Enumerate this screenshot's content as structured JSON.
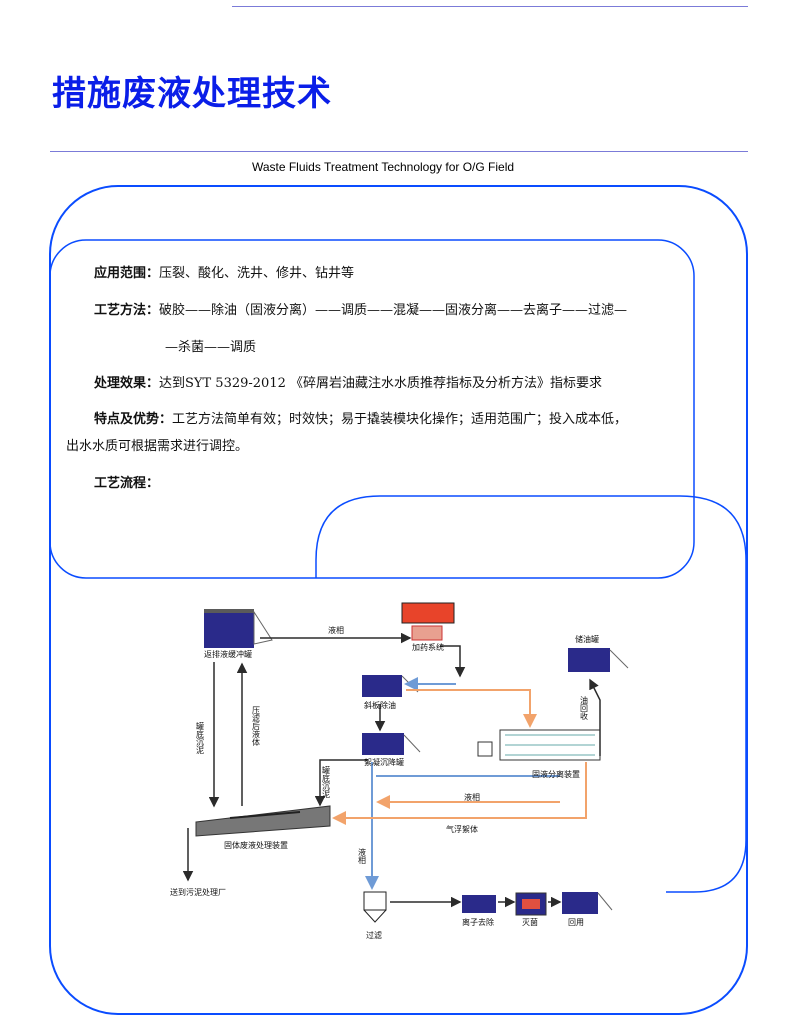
{
  "header": {
    "title": "措施废液处理技术",
    "subtitle": "Waste Fluids Treatment Technology for O/G Field"
  },
  "content": {
    "scope": {
      "label": "应用范围：",
      "text": "压裂、酸化、洗井、修井、钻井等"
    },
    "process": {
      "label": "工艺方法：",
      "line1": "破胶——除油（固液分离）——调质——混凝——固液分离——去离子——过滤—",
      "line2": "—杀菌——调质"
    },
    "effect": {
      "label": "处理效果：",
      "text": "达到SYT 5329-2012 《碎屑岩油藏注水水质推荐指标及分析方法》指标要求"
    },
    "features": {
      "label": "特点及优势：",
      "line1": "工艺方法简单有效；时效快；易于撬装模块化操作；适用范围广；投入成本低，",
      "line2": "出水水质可根据需求进行调控。"
    },
    "flow_label": "工艺流程："
  },
  "diagram": {
    "nodes": {
      "buffer_tank": "返排液缓冲罐",
      "dosing": "加药系统",
      "oil_tank": "储油罐",
      "inclined_plate": "斜板除油",
      "flocculation": "絮凝沉降罐",
      "solid_liquid": "固液分离装置",
      "solid_waste": "固体废液处理装置",
      "filter": "过滤",
      "ion_removal": "离子去除",
      "sterilize": "灭菌",
      "reuse": "回用",
      "sludge_plant": "送到污泥处理厂"
    },
    "arrows": {
      "top_liquid": "液相",
      "tank_sediment": "罐底沉泥",
      "press_liquid": "压滤后液体",
      "floc_sediment": "罐底沉泥",
      "return_liquid": "液相",
      "float": "气浮絮体",
      "down_liquid": "液相",
      "oil_recovery": "油回收"
    },
    "colors": {
      "liquid": "#2b2b2b",
      "blue_flow": "#6f9bd6",
      "orange_flow": "#f2a36b",
      "tank": "#2a2a8a",
      "frame": "#0a4cff"
    }
  }
}
